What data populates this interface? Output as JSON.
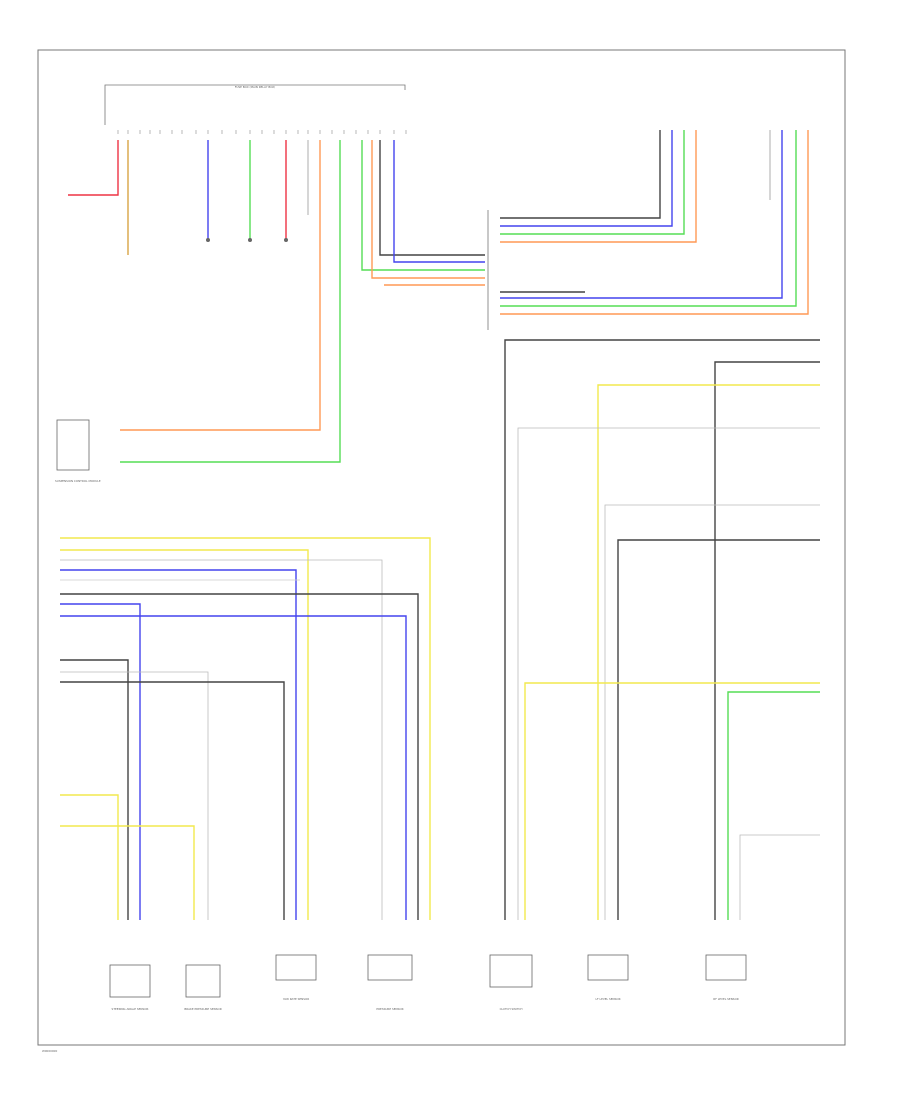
{
  "diagram": {
    "footer_code": "W0000000",
    "colors": {
      "yellow": "#f2e94e",
      "blue": "#4444ee",
      "green": "#55dd55",
      "orange": "#ff9955",
      "red": "#ee3344",
      "tan": "#d9a445",
      "black": "#444444",
      "gray": "#999999",
      "white": "#dddddd"
    },
    "top_module_label": "FUSE BOX (MAIN RELAY BOX)",
    "left_mid_component": "SUSPENSION CONTROL MODULE",
    "bottom_components": [
      "STEERING ANGLE SENSOR",
      "BRAKE PRESSURE SENSOR",
      "YAW RATE SENSOR",
      "PRESSURE SENSOR",
      "CLUTCH SWITCH",
      "LF LEVEL SENSOR",
      "RF LEVEL SENSOR"
    ]
  }
}
